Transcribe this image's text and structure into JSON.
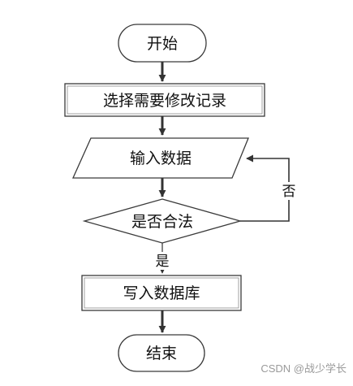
{
  "flowchart": {
    "start_label": "开始",
    "select_label": "选择需要修改记录",
    "input_label": "输入数据",
    "decision_label": "是否合法",
    "write_label": "写入数据库",
    "end_label": "结束",
    "yes_label": "是",
    "no_label": "否"
  },
  "watermark": {
    "text": "CSDN @战少学长"
  },
  "colors": {
    "stroke": "#3a3a3a",
    "fill": "#ffffff",
    "arrow": "#333333",
    "watermark": "#9a9a9a"
  }
}
